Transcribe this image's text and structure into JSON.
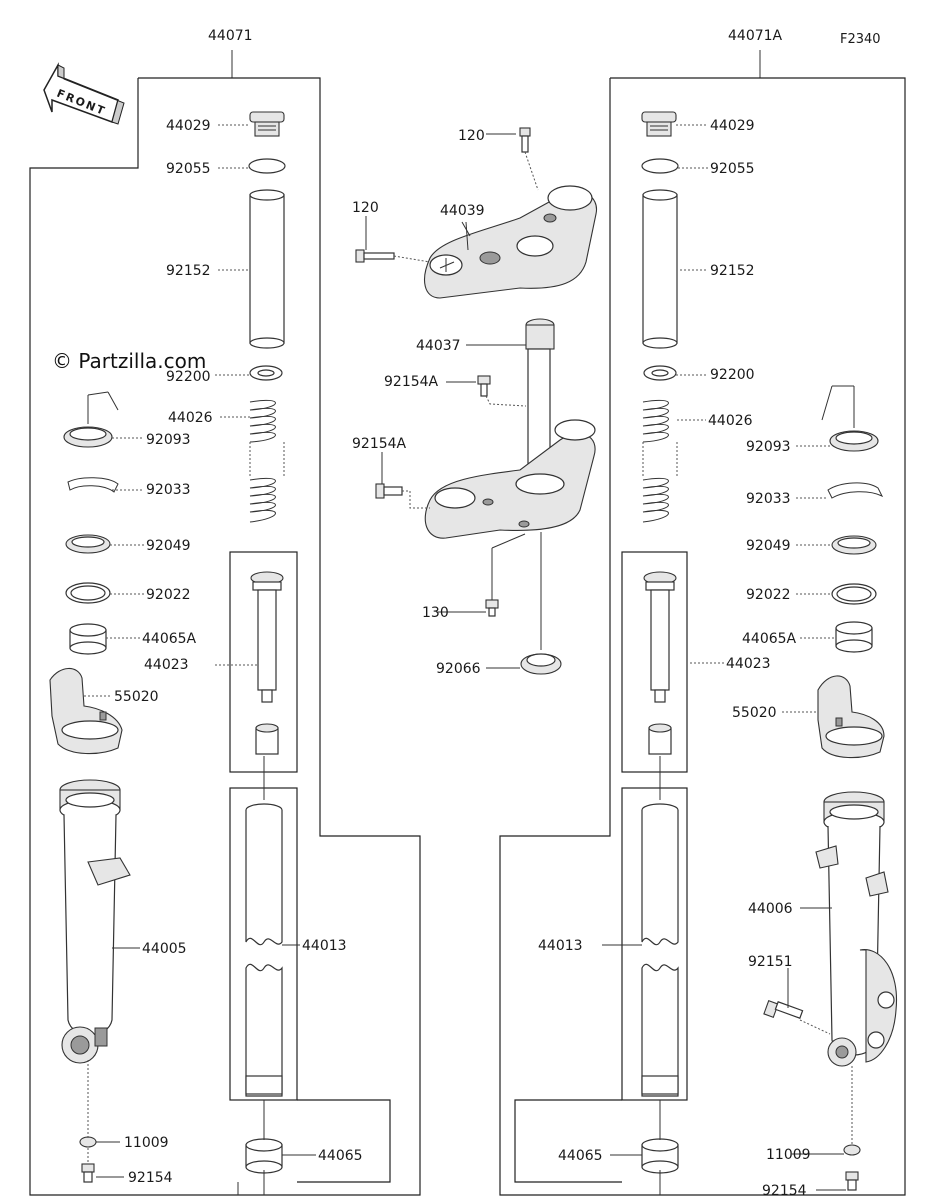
{
  "diagram_id": "F2340",
  "watermark": "© Partzilla.com",
  "front_label": "FRONT",
  "assemblies": {
    "left": "44071",
    "right": "44071A"
  },
  "callouts": [
    {
      "id": "c-44029-l",
      "text": "44029"
    },
    {
      "id": "c-92055-l",
      "text": "92055"
    },
    {
      "id": "c-92152-l",
      "text": "92152"
    },
    {
      "id": "c-92200-l",
      "text": "92200"
    },
    {
      "id": "c-44026-l",
      "text": "44026"
    },
    {
      "id": "c-92093-l",
      "text": "92093"
    },
    {
      "id": "c-92033-l",
      "text": "92033"
    },
    {
      "id": "c-92049-l",
      "text": "92049"
    },
    {
      "id": "c-92022-l",
      "text": "92022"
    },
    {
      "id": "c-44065A-l",
      "text": "44065A"
    },
    {
      "id": "c-44023-l",
      "text": "44023"
    },
    {
      "id": "c-55020-l",
      "text": "55020"
    },
    {
      "id": "c-44005-l",
      "text": "44005"
    },
    {
      "id": "c-44013-l",
      "text": "44013"
    },
    {
      "id": "c-11009-l",
      "text": "11009"
    },
    {
      "id": "c-44065-l",
      "text": "44065"
    },
    {
      "id": "c-92154-l",
      "text": "92154"
    },
    {
      "id": "c-120-a",
      "text": "120"
    },
    {
      "id": "c-120-b",
      "text": "120"
    },
    {
      "id": "c-44039",
      "text": "44039"
    },
    {
      "id": "c-44037",
      "text": "44037"
    },
    {
      "id": "c-92154A-a",
      "text": "92154A"
    },
    {
      "id": "c-92154A-b",
      "text": "92154A"
    },
    {
      "id": "c-130",
      "text": "130"
    },
    {
      "id": "c-92066",
      "text": "92066"
    },
    {
      "id": "c-44029-r",
      "text": "44029"
    },
    {
      "id": "c-92055-r",
      "text": "92055"
    },
    {
      "id": "c-92152-r",
      "text": "92152"
    },
    {
      "id": "c-92200-r",
      "text": "92200"
    },
    {
      "id": "c-44026-r",
      "text": "44026"
    },
    {
      "id": "c-92093-r",
      "text": "92093"
    },
    {
      "id": "c-92033-r",
      "text": "92033"
    },
    {
      "id": "c-92049-r",
      "text": "92049"
    },
    {
      "id": "c-92022-r",
      "text": "92022"
    },
    {
      "id": "c-44065A-r",
      "text": "44065A"
    },
    {
      "id": "c-44023-r",
      "text": "44023"
    },
    {
      "id": "c-55020-r",
      "text": "55020"
    },
    {
      "id": "c-44006-r",
      "text": "44006"
    },
    {
      "id": "c-44013-r",
      "text": "44013"
    },
    {
      "id": "c-92151-r",
      "text": "92151"
    },
    {
      "id": "c-44065-r",
      "text": "44065"
    },
    {
      "id": "c-11009-r",
      "text": "11009"
    },
    {
      "id": "c-92154-r",
      "text": "92154"
    }
  ]
}
